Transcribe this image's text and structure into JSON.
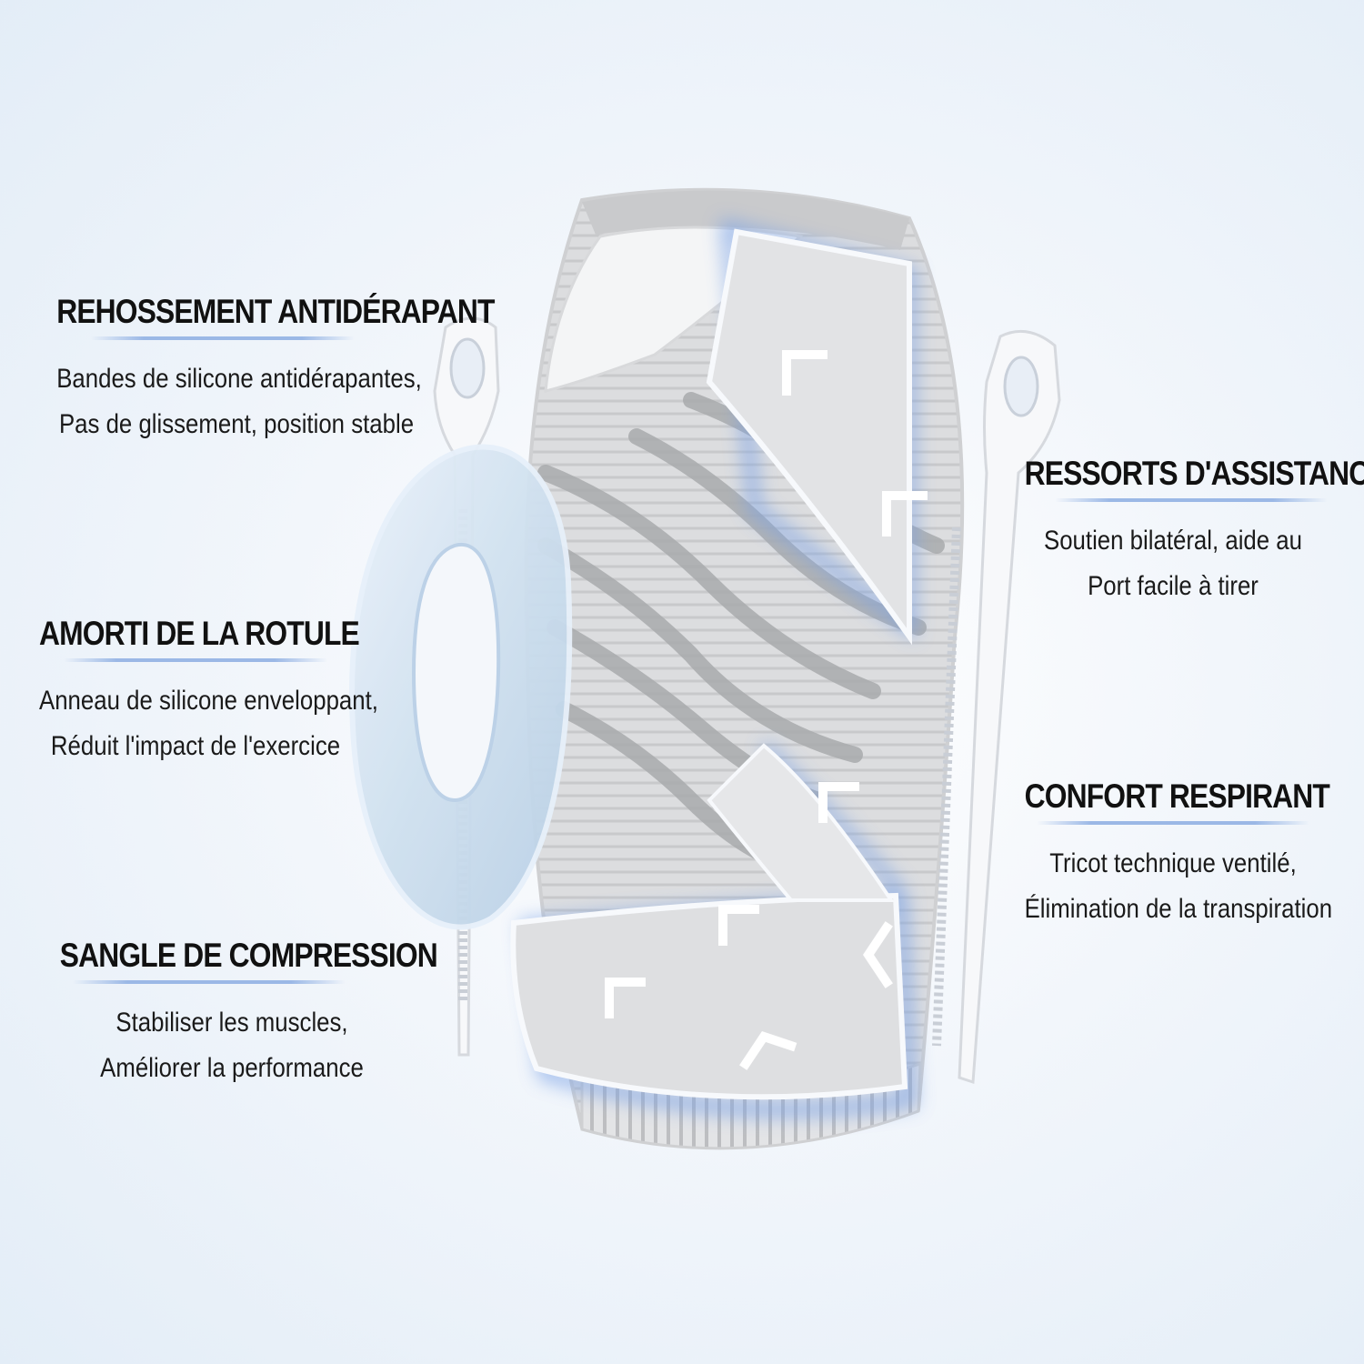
{
  "features": [
    {
      "id": "antislip",
      "title": "REHOSSEMENT ANTIDÉRAPANT",
      "lines": [
        "Bandes de silicone antidérapantes,",
        "Pas de glissement, position stable"
      ]
    },
    {
      "id": "kneecap",
      "title": "AMORTI DE LA ROTULE",
      "lines": [
        "Anneau de silicone enveloppant,",
        "Réduit l'impact de l'exercice"
      ]
    },
    {
      "id": "strap",
      "title": "SANGLE DE COMPRESSION",
      "lines": [
        "Stabiliser les muscles,",
        "Améliorer la performance"
      ]
    },
    {
      "id": "springs",
      "title": "RESSORTS D'ASSISTANCE",
      "lines": [
        "Soutien bilatéral, aide au",
        "Port facile à tirer"
      ]
    },
    {
      "id": "breathable",
      "title": "CONFORT RESPIRANT",
      "lines": [
        "Tricot technique ventilé,",
        "Élimination de la transpiration"
      ]
    }
  ],
  "colors": {
    "accent": "#9bb8e6",
    "glow": "#7aa2e6",
    "fabric": "#d9dadb",
    "fabric_stripe": "#a9abad",
    "silicone": "#cfe0ef"
  }
}
